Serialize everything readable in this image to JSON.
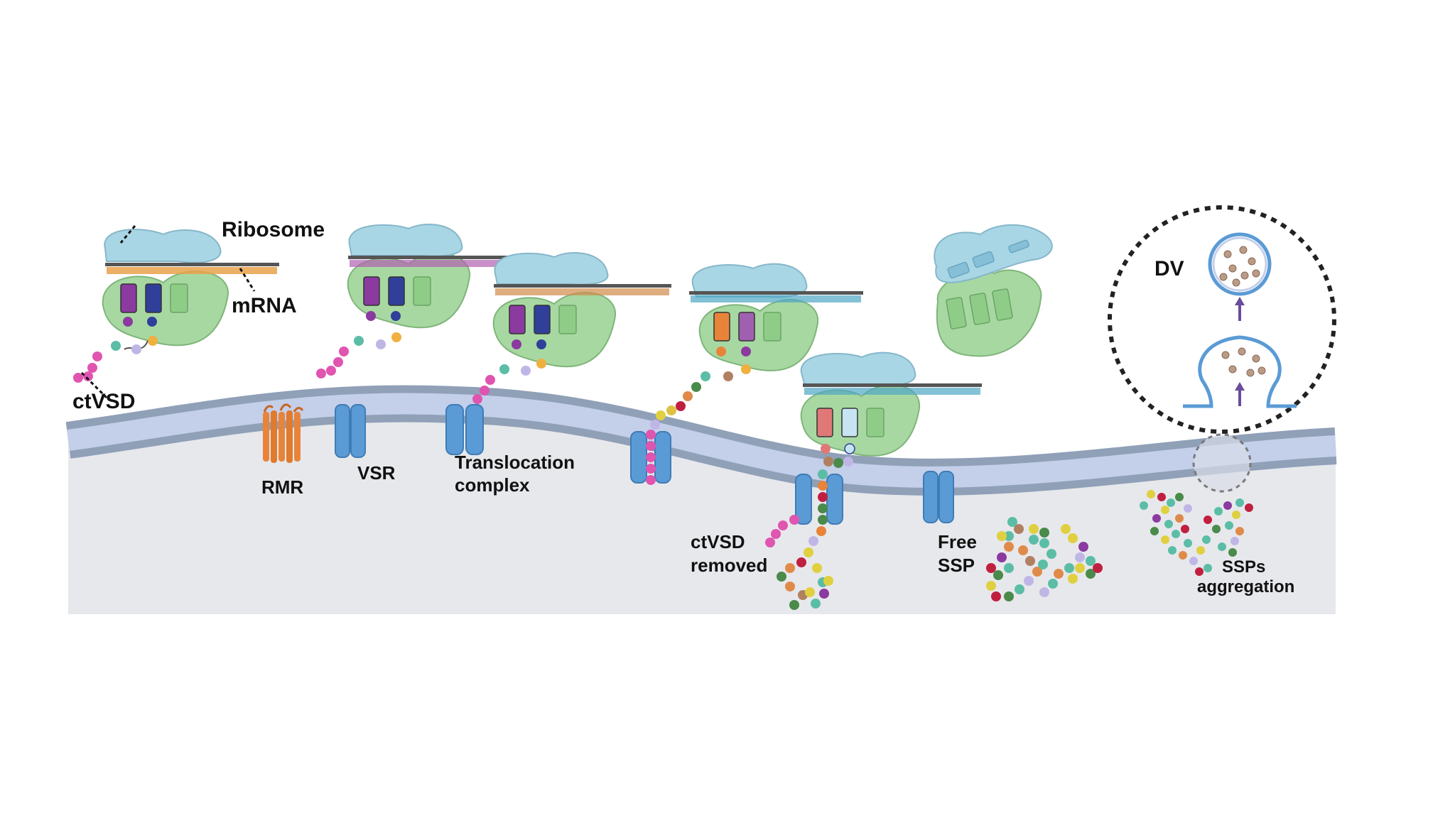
{
  "labels": {
    "ribosome": "Ribosome",
    "mrna": "mRNA",
    "ctvsd": "ctVSD",
    "rmr": "RMR",
    "vsr": "VSR",
    "translocation_line1": "Translocation",
    "translocation_line2": "complex",
    "ctvsd_removed_line1": "ctVSD",
    "ctvsd_removed_line2": "removed",
    "free_ssp_line1": "Free",
    "free_ssp_line2": "SSP",
    "ssps_aggregation_line1": "SSPs",
    "ssps_aggregation_line2": "aggregation",
    "dv": "DV"
  },
  "colors": {
    "ribosome_large": "#a9d6e5",
    "ribosome_small": "#a8d8a2",
    "membrane_outer": "#8fa0b7",
    "membrane_inner": "#c4cfea",
    "lumen": "#e7e8ec",
    "receptor": "#5b9bd5",
    "rmr": "#e8843a",
    "ctvsd_beads": "#e055b0",
    "arrow": "#6a4c9c"
  }
}
